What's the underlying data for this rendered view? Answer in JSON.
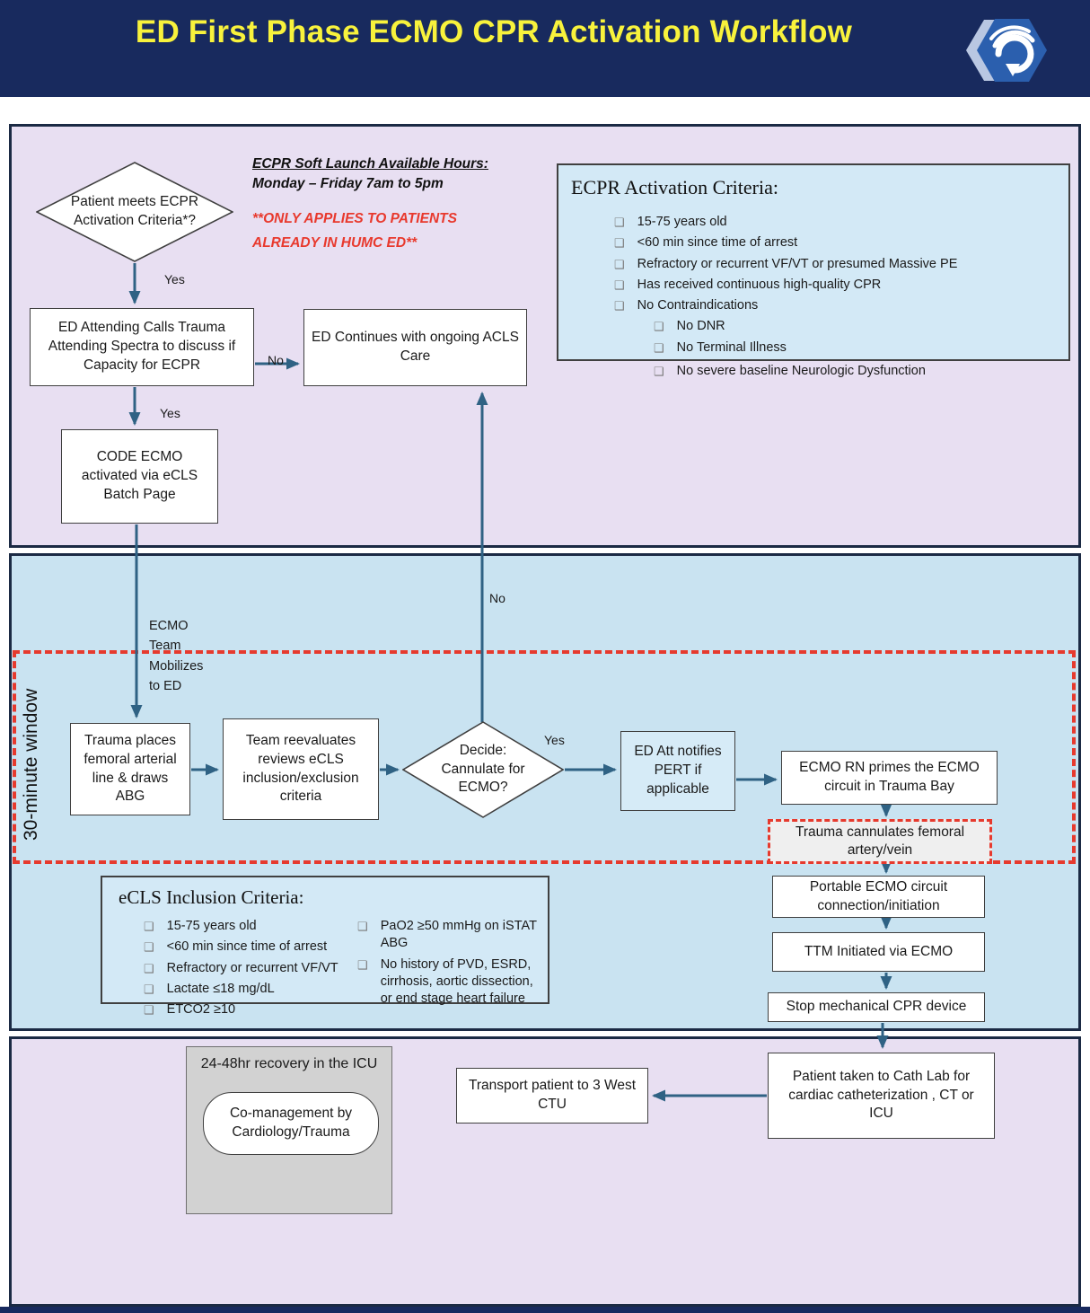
{
  "header": {
    "title": "ED First Phase ECMO CPR Activation Workflow",
    "logo": "blue-hexagon-swirl-logo"
  },
  "colors": {
    "header_navy": "#182a5e",
    "title_yellow": "#f8f23c",
    "section_lavender": "#e8dff2",
    "section_blue": "#c9e3f1",
    "section_border": "#1b2a44",
    "arrow_blue": "#2f6284",
    "alert_red": "#e8392d",
    "criteria_box_blue": "#d3e9f6",
    "gray_box": "#d2d2d2"
  },
  "icons": {
    "checkbox": "❑"
  },
  "labels": {
    "yes": "Yes",
    "no": "No"
  },
  "phase1": {
    "decision_diamond": "Patient meets ECPR Activation Criteria*?",
    "soft_launch_title": "ECPR Soft Launch Available Hours:",
    "soft_launch_hours": "Monday – Friday 7am to 5pm",
    "warning_line1": "**ONLY APPLIES TO PATIENTS",
    "warning_line2": "ALREADY IN HUMC ED**",
    "ecpr_criteria": {
      "title": "ECPR Activation Criteria:",
      "items": [
        "15-75 years old",
        "<60 min since time of arrest",
        "Refractory or recurrent VF/VT or presumed Massive PE",
        "Has received continuous high-quality CPR",
        "No Contraindications"
      ],
      "sub_items": [
        "No DNR",
        "No Terminal Illness",
        "No severe baseline Neurologic Dysfunction"
      ]
    },
    "ed_attending_box": "ED Attending Calls Trauma Attending Spectra to discuss if Capacity for ECPR",
    "acls_box": "ED Continues with ongoing ACLS Care",
    "code_ecmo_box": "CODE ECMO activated via eCLS Batch Page"
  },
  "phase2": {
    "window_label": "30-minute window",
    "mobilize_label": "ECMO Team Mobilizes to ED",
    "trauma_places_box": "Trauma places femoral arterial line & draws ABG",
    "team_reevaluates_box": "Team reevaluates reviews eCLS inclusion/exclusion criteria",
    "decide_diamond": "Decide: Cannulate for ECMO?",
    "pert_box": "ED Att notifies PERT if applicable",
    "ecmo_rn_box": "ECMO RN primes the ECMO circuit in Trauma Bay",
    "trauma_cannulates_box": "Trauma cannulates femoral artery/vein",
    "portable_box": "Portable ECMO circuit connection/initiation",
    "ttm_box": "TTM Initiated via ECMO",
    "stop_box": "Stop mechanical CPR device",
    "ecls_criteria": {
      "title": "eCLS Inclusion Criteria:",
      "left_items": [
        "15-75 years old",
        "<60 min since time of arrest",
        "Refractory or recurrent VF/VT",
        "Lactate ≤18 mg/dL",
        "ETCO2 ≥10"
      ],
      "right_items": [
        "PaO2 ≥50 mmHg on iSTAT ABG",
        "No history of PVD, ESRD, cirrhosis, aortic dissection, or end stage heart failure"
      ]
    }
  },
  "phase3": {
    "cath_lab_box": "Patient taken to Cath Lab for cardiac catheterization , CT or ICU",
    "transport_box": "Transport patient to 3 West CTU",
    "recovery_box_title": "24-48hr recovery in the ICU",
    "comanagement_pill": "Co-management by Cardiology/Trauma"
  }
}
